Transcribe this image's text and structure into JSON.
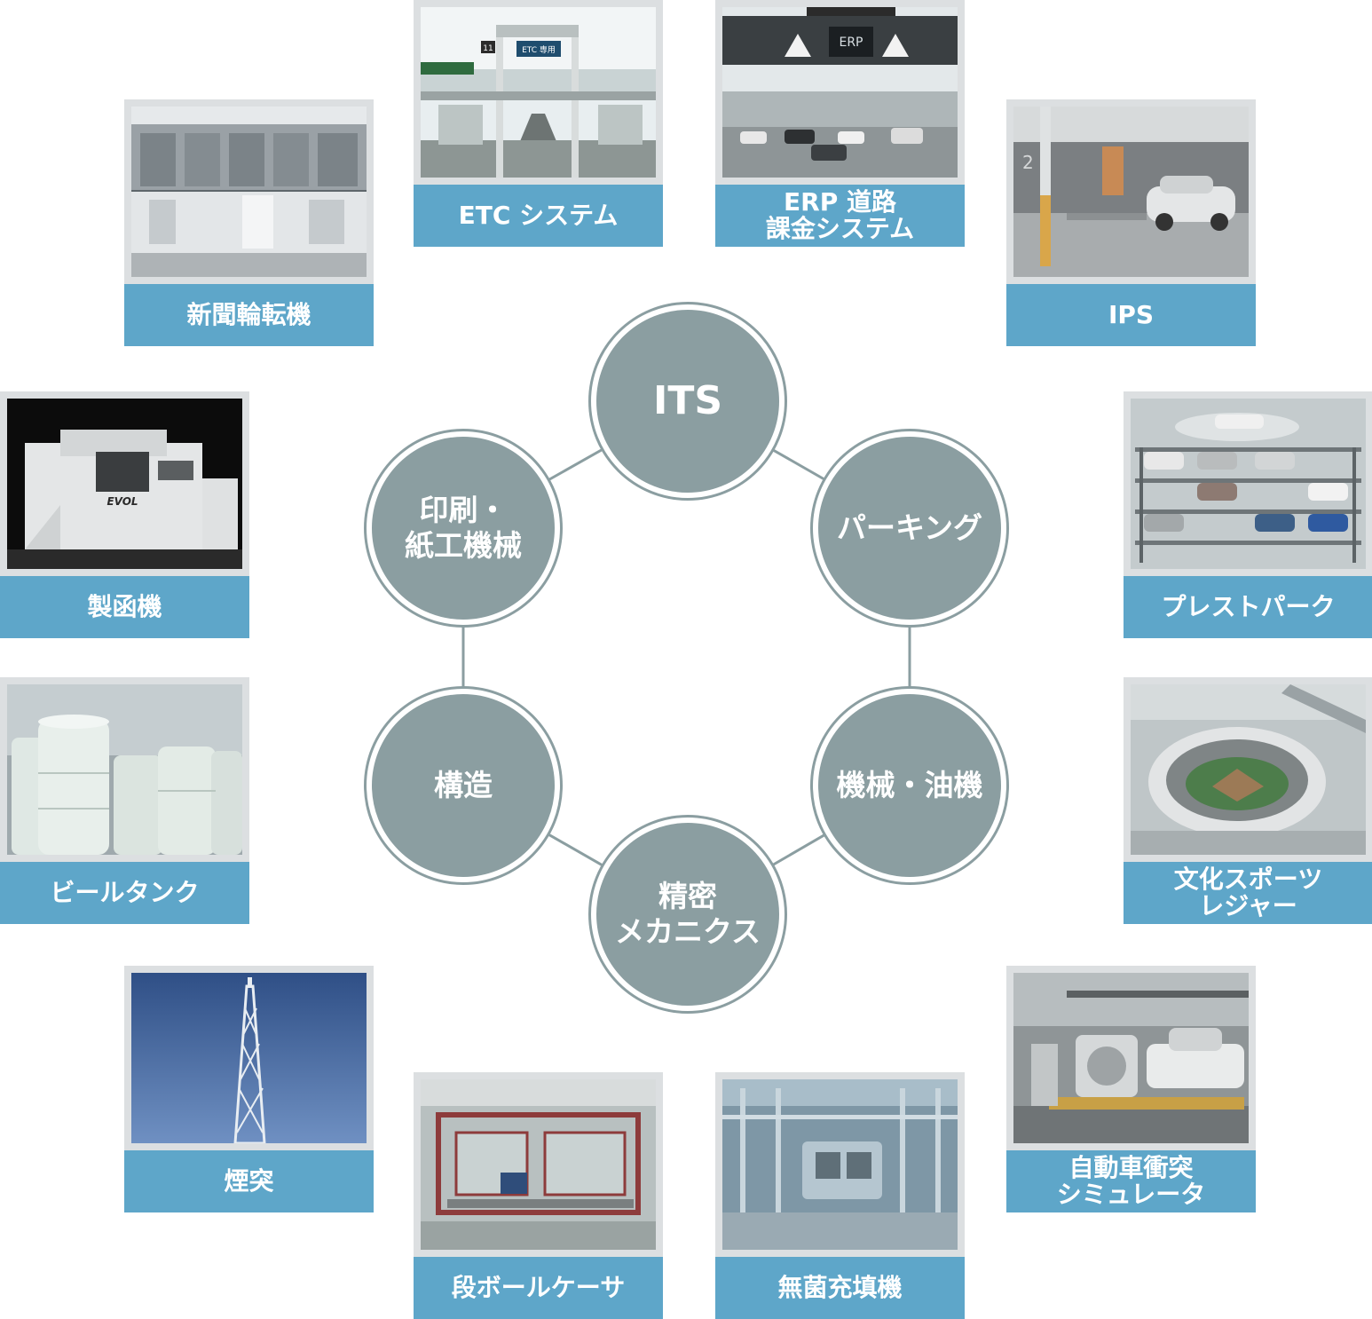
{
  "hubs": {
    "its": "ITS",
    "parking": "パーキング",
    "machinery": "機械・油機",
    "precision": "精密\nメカニクス",
    "structure": "構造",
    "printing": "印刷・\n紙工機械"
  },
  "products": {
    "etc": "ETC システム",
    "erp": "ERP 道路\n課金システム",
    "ips": "IPS",
    "prest_park": "プレストパーク",
    "culture_sports": "文化スポーツ\nレジャー",
    "crash_sim": "自動車衝突\nシミュレータ",
    "aseptic_filler": "無菌充填機",
    "case_packer": "段ボールケーサ",
    "chimney": "煙突",
    "beer_tank": "ビールタンク",
    "box_maker": "製函機",
    "newspaper_press": "新聞輪転機"
  },
  "photo_text": {
    "etc_sign": "ETC 専用",
    "etc_lane": "11",
    "erp_sign": "ERP",
    "ips_numbers": "2 1",
    "box_maker_logo": "EVOL"
  },
  "colors": {
    "hub_fill": "#8b9ea1",
    "connector": "#8b9ea1",
    "caption_bg": "#5ea6c9",
    "card_frame": "#dcdfe1"
  }
}
